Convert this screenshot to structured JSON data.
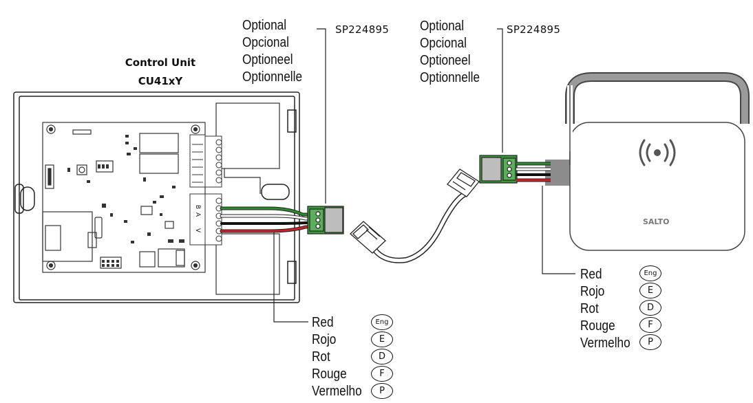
{
  "control_unit": {
    "title": "Control Unit",
    "model": "CU41xY"
  },
  "optional_left": {
    "lines": [
      "Optional",
      "Opcional",
      "Optioneel",
      "Optionnelle"
    ],
    "part_number": "SP224895"
  },
  "optional_right": {
    "lines": [
      "Optional",
      "Opcional",
      "Optioneel",
      "Optionnelle"
    ],
    "part_number": "SP224895"
  },
  "legend_left": {
    "lines": [
      "Red",
      "Rojo",
      "Rot",
      "Rouge",
      "Vermelho"
    ],
    "badges": [
      "Eng",
      "E",
      "D",
      "F",
      "P"
    ]
  },
  "legend_right": {
    "lines": [
      "Red",
      "Rojo",
      "Rot",
      "Rouge",
      "Vermelho"
    ],
    "badges": [
      "Eng",
      "E",
      "D",
      "F",
      "P"
    ]
  },
  "terminal_labels": {
    "b": "B",
    "a": "A",
    "v": "V"
  },
  "reader": {
    "brand": "SALTO"
  },
  "colors": {
    "wire_red": "#d0202a",
    "wire_green": "#2d8a2d",
    "connector": "#3a9a3a",
    "reader_band": "#8c8c8c"
  }
}
